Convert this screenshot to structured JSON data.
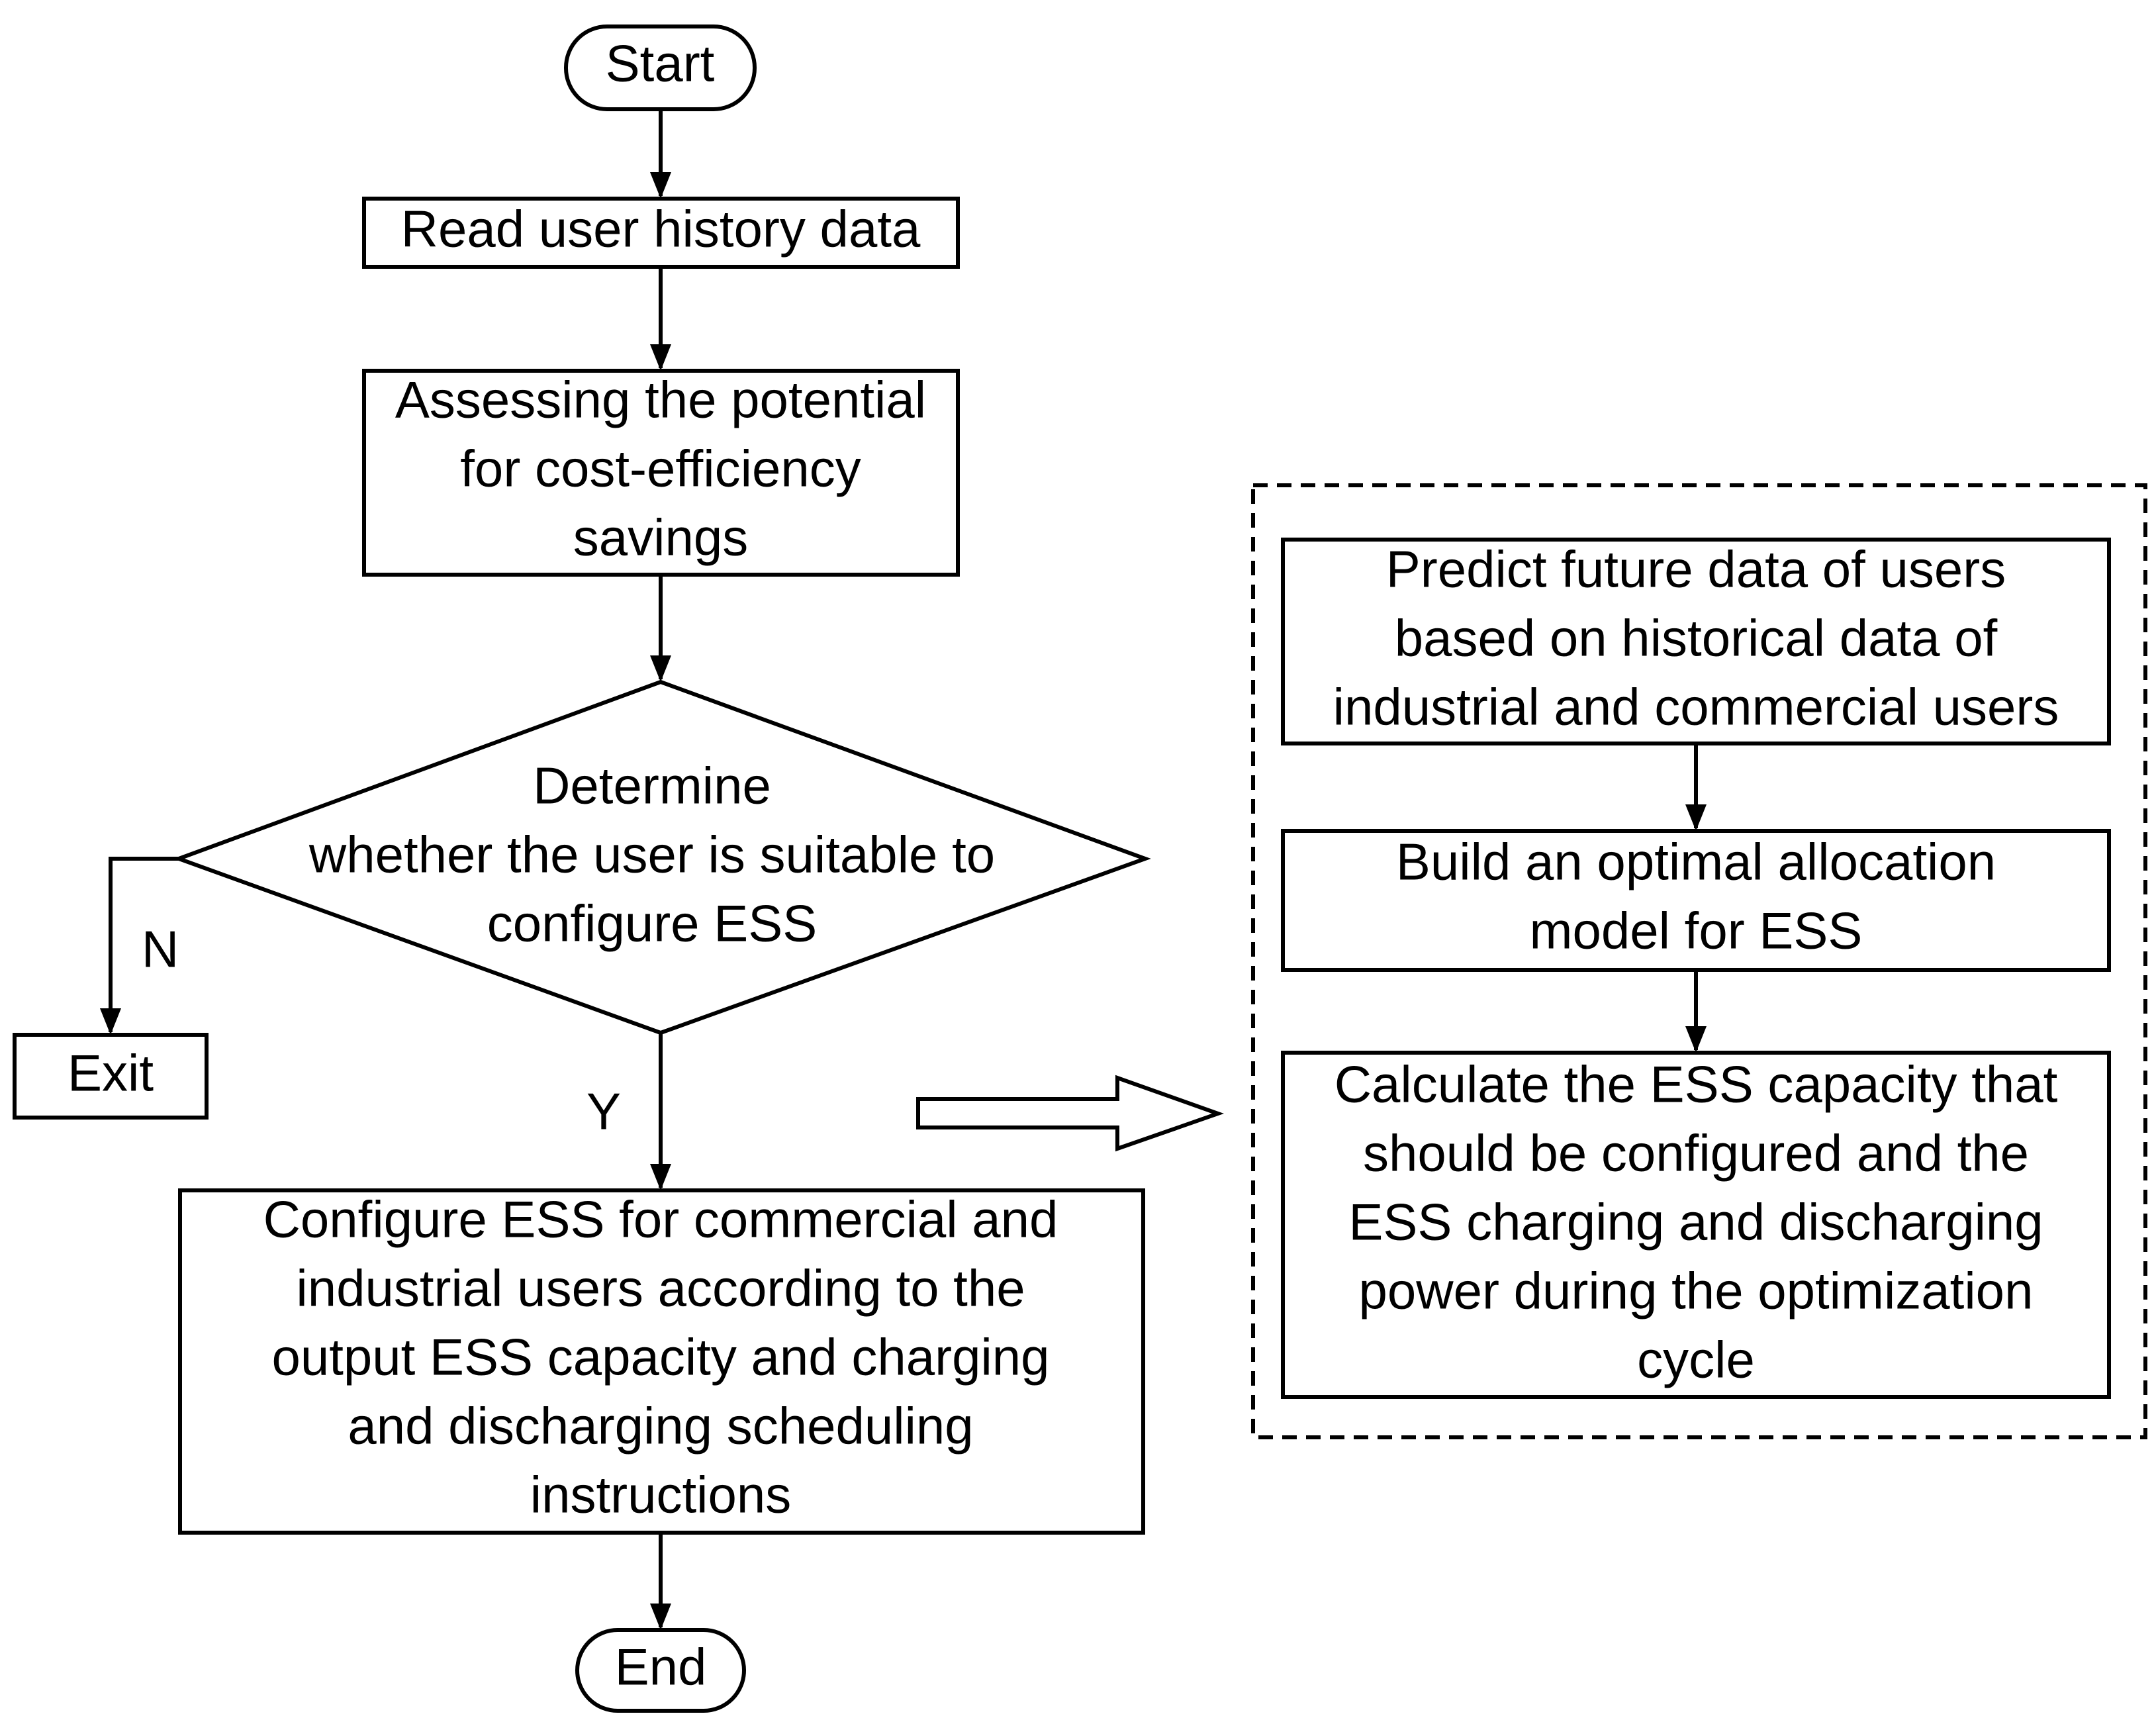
{
  "nodes": {
    "start": {
      "label": [
        "Start"
      ]
    },
    "read": {
      "label": [
        "Read user history data"
      ]
    },
    "assess": {
      "label": [
        "Assessing the potential",
        "for cost-efficiency",
        "savings"
      ]
    },
    "decision": {
      "label": [
        "Determine",
        "whether the user is suitable to",
        "configure ESS"
      ]
    },
    "exit": {
      "label": [
        "Exit"
      ]
    },
    "configure": {
      "label": [
        "Configure ESS for commercial and",
        "industrial users according to the",
        "output ESS capacity and  charging",
        "and discharging scheduling",
        "instructions"
      ]
    },
    "end": {
      "label": [
        "End"
      ]
    },
    "predict": {
      "label": [
        "Predict future data of users",
        "based on historical data of",
        "industrial and commercial users"
      ]
    },
    "build": {
      "label": [
        "Build an optimal allocation",
        "model for ESS"
      ]
    },
    "calculate": {
      "label": [
        "Calculate the ESS capacity that",
        "should be configured and the",
        "ESS charging and discharging",
        "power during the optimization",
        "cycle"
      ]
    }
  },
  "edges": {
    "no_label": "N",
    "yes_label": "Y"
  }
}
